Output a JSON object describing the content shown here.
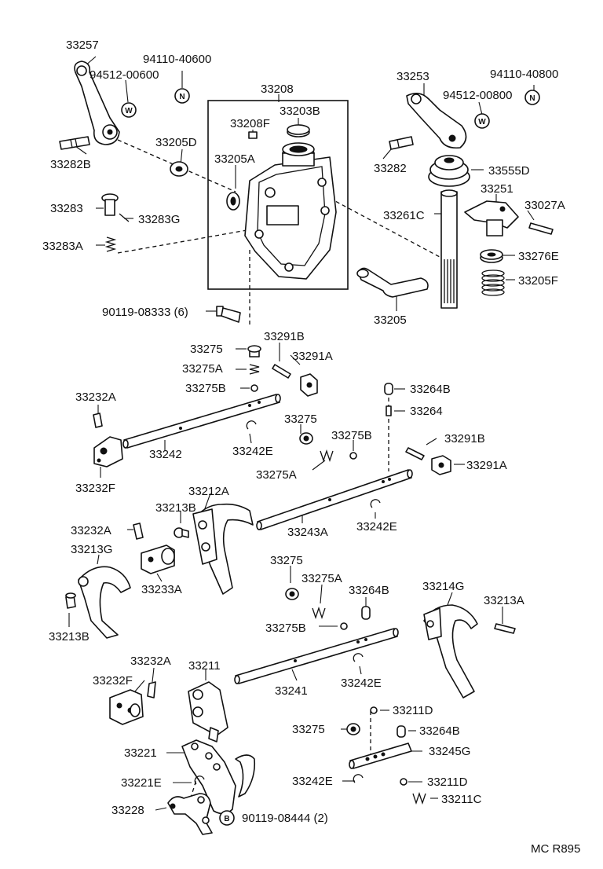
{
  "labels": {
    "p33257": "33257",
    "p94110_40600": "94110-40600",
    "p94512_00600": "94512-00600",
    "p33282B": "33282B",
    "p33205D": "33205D",
    "p33208": "33208",
    "p33203B": "33203B",
    "p33208F": "33208F",
    "p33205A": "33205A",
    "p33283": "33283",
    "p33283G": "33283G",
    "p33283A": "33283A",
    "p90119_08333": "90119-08333 (6)",
    "p33253": "33253",
    "p94110_40800": "94110-40800",
    "p94512_00800": "94512-00800",
    "p33282": "33282",
    "p33555D": "33555D",
    "p33251": "33251",
    "p33027A": "33027A",
    "p33261C": "33261C",
    "p33276E": "33276E",
    "p33205F": "33205F",
    "p33205": "33205",
    "p33275_a": "33275",
    "p33291B_a": "33291B",
    "p33275A_a": "33275A",
    "p33291A_a": "33291A",
    "p33275B_a": "33275B",
    "p33232A_a": "33232A",
    "p33242": "33242",
    "p33232F_a": "33232F",
    "p33242E_a": "33242E",
    "p33275_b": "33275",
    "p33275B_b": "33275B",
    "p33275A_b": "33275A",
    "p33264B_a": "33264B",
    "p33264": "33264",
    "p33291B_b": "33291B",
    "p33291A_b": "33291A",
    "p33212A": "33212A",
    "p33213B_a": "33213B",
    "p33232A_b": "33232A",
    "p33213G": "33213G",
    "p33233A": "33233A",
    "p33213B_b": "33213B",
    "p33243A": "33243A",
    "p33242E_b": "33242E",
    "p33275_c": "33275",
    "p33275A_c": "33275A",
    "p33264B_b": "33264B",
    "p33275B_c": "33275B",
    "p33214G": "33214G",
    "p33213A": "33213A",
    "p33241": "33241",
    "p33242E_c": "33242E",
    "p33232A_c": "33232A",
    "p33232F_b": "33232F",
    "p33211": "33211",
    "p33211D_a": "33211D",
    "p33275_d": "33275",
    "p33264B_c": "33264B",
    "p33221": "33221",
    "p33245G": "33245G",
    "p33221E": "33221E",
    "p33242E_d": "33242E",
    "p33211D_b": "33211D",
    "p33211C": "33211C",
    "p33228": "33228",
    "p90119_08444": "90119-08444 (2)",
    "ref": "MC R895"
  },
  "symbols": {
    "n": "N",
    "w": "W",
    "b": "B"
  }
}
